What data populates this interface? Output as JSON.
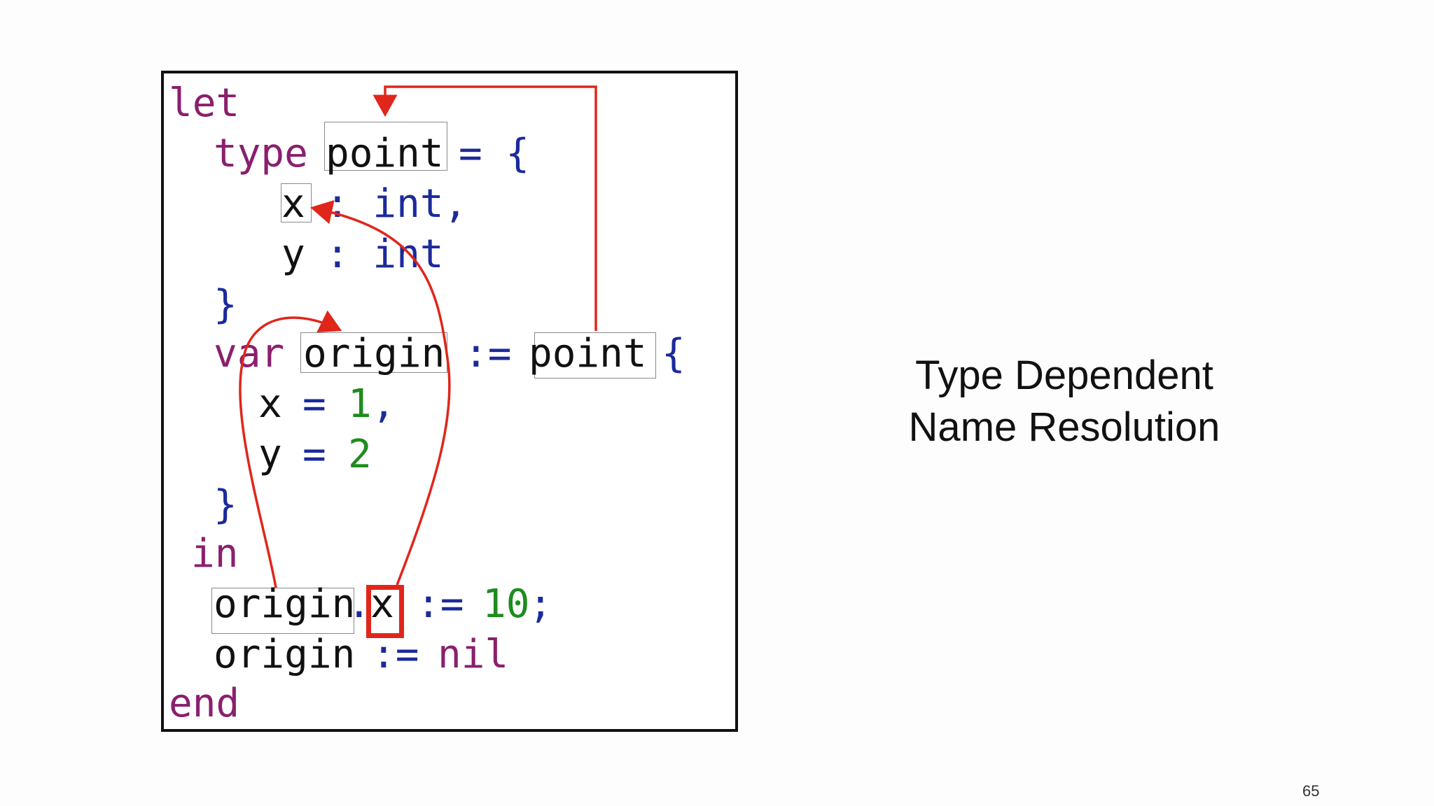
{
  "code": {
    "kw_let": "let",
    "kw_type": "type",
    "type_name_decl": "point",
    "eq_brace": "= {",
    "field_x_decl": "x",
    "field_x_type": ": int,",
    "field_y_decl": "y",
    "field_y_type": ": int",
    "close_brace_1": "}",
    "kw_var": "var",
    "var_name_decl": "origin",
    "assign_op": ":=",
    "type_name_ref": "point",
    "open_brace": "{",
    "init_x_name": "x",
    "init_x_eq": "=",
    "init_x_val": "1",
    "init_x_comma": ",",
    "init_y_name": "y",
    "init_y_eq": "=",
    "init_y_val": "2",
    "close_brace_2": "}",
    "kw_in": "in",
    "use_origin": "origin",
    "dot": ".",
    "use_field_x": "x",
    "use_assign": ":=",
    "use_value": "10",
    "semicolon": ";",
    "origin_2": "origin",
    "assign_2": ":=",
    "nil": "nil",
    "kw_end": "end"
  },
  "title": {
    "line1": "Type Dependent",
    "line2": "Name Resolution"
  },
  "page_number": "65",
  "colors": {
    "keyword": "#8a1f6e",
    "identifier": "#111111",
    "operator": "#1b2a9a",
    "number": "#1e8c1e",
    "arrow": "#e0261b",
    "decl_box": "#8a8a8a"
  }
}
